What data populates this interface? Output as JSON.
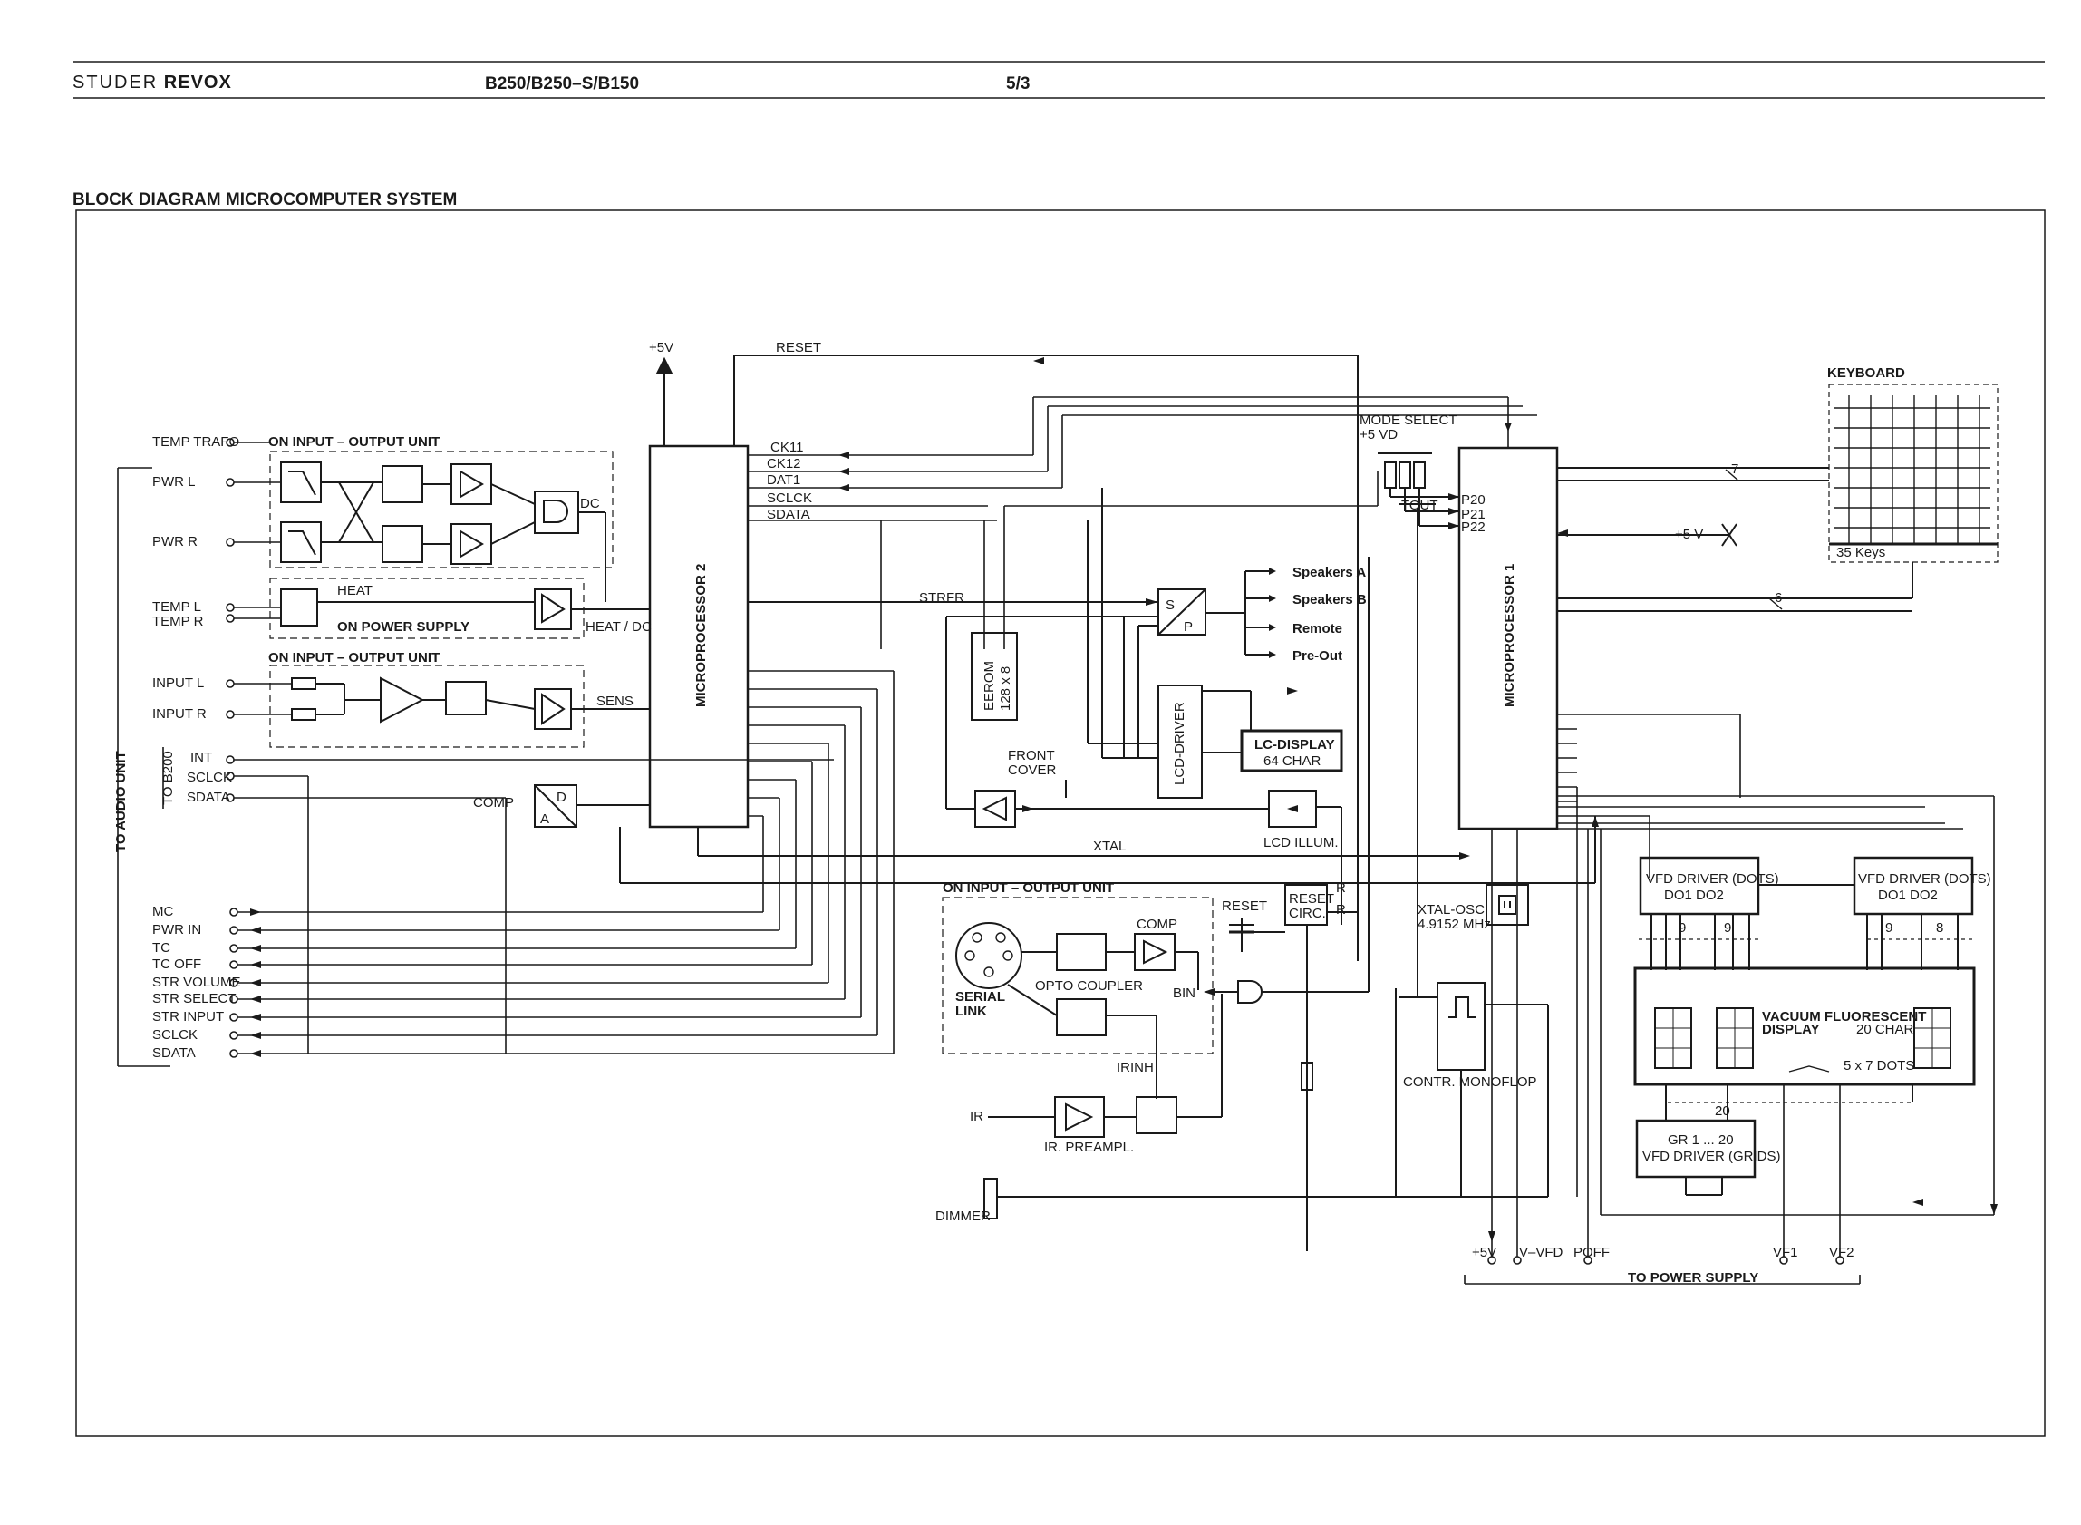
{
  "header": {
    "brand_studer": "STUDER",
    "brand_revox": "REVOX",
    "model": "B250/B250–S/B150",
    "page": "5/3"
  },
  "diagram_title": "BLOCK DIAGRAM MICROCOMPUTER SYSTEM",
  "left_labels": {
    "temp_trafo": "TEMP TRAFO",
    "pwr_l": "PWR L",
    "pwr_r": "PWR R",
    "temp_l": "TEMP L",
    "temp_r": "TEMP R",
    "input_l": "INPUT L",
    "input_r": "INPUT R",
    "int": "INT",
    "sclck": "SCLCK",
    "sdata": "SDATA",
    "to_b200": "TO B200",
    "to_audio_unit": "TO AUDIO UNIT",
    "mc": "MC",
    "pwr_in": "PWR IN",
    "tc": "TC",
    "tc_off": "TC OFF",
    "str_volume": "STR VOLUME",
    "str_select": "STR SELECT",
    "str_input": "STR INPUT",
    "sclck2": "SCLCK",
    "sdata2": "SDATA"
  },
  "blocks": {
    "io_unit_1": "ON INPUT – OUTPUT UNIT",
    "power_supply": "ON POWER SUPPLY",
    "heat": "HEAT",
    "io_unit_2": "ON INPUT – OUTPUT UNIT",
    "dc": "DC",
    "heat_dc": "HEAT / DC",
    "sens": "SENS",
    "comp": "COMP",
    "adc_d": "D",
    "adc_a": "A",
    "mp2": "MICROPROCESSOR 2",
    "mp1": "MICROPROCESSOR 1",
    "plus5v": "+5V",
    "reset": "RESET",
    "ck11": "CK11",
    "ck12": "CK12",
    "dat1": "DAT1",
    "sclck": "SCLCK",
    "sdata": "SDATA",
    "strfr": "STRFR",
    "eerom_1": "EEROM",
    "eerom_2": "128 x 8",
    "sp_s": "S",
    "sp_p": "P",
    "speakers_a": "Speakers A",
    "speakers_b": "Speakers B",
    "remote": "Remote",
    "pre_out": "Pre-Out",
    "lcd_driver": "LCD-DRIVER",
    "lcd_display": "LC-DISPLAY",
    "lcd_64": "64 CHAR",
    "front_cover_1": "FRONT",
    "front_cover_2": "COVER",
    "lcd_illum": "LCD ILLUM.",
    "xtal": "XTAL",
    "mode_select": "MODE SELECT",
    "plus5vd": "+5 VD",
    "tout": "TOUT",
    "p20": "P20",
    "p21": "P21",
    "p22": "P22",
    "plus5v_right": "+5 V",
    "keyboard": "KEYBOARD",
    "keys35": "35 Keys",
    "bus7": "7",
    "bus6": "6",
    "io_unit_3": "ON INPUT – OUTPUT UNIT",
    "opto": "OPTO COUPLER",
    "serial_1": "SERIAL",
    "serial_2": "LINK",
    "comp2": "COMP",
    "bin": "BIN",
    "irinh": "IRINH",
    "ir": "IR",
    "ir_preampl": "IR. PREAMPL.",
    "dimmer": "DIMMER",
    "reset2": "RESET",
    "reset_circ_1": "RESET",
    "reset_circ_2": "CIRC.",
    "r1": "R",
    "r2": "R",
    "xtal_osc_1": "XTAL-OSC.",
    "xtal_osc_2": "4.9152 MHz",
    "contr_monoflop": "CONTR. MONOFLOP",
    "vfd_dots_1": "VFD DRIVER (DOTS)",
    "vfd_dots_d": "DO1      DO2",
    "vfd_dots_2": "VFD DRIVER (DOTS)",
    "vfd_dots_d2": "DO1      DO2",
    "n9a": "9",
    "n9b": "9",
    "n9c": "9",
    "n8": "8",
    "vfd_1": "VACUUM FLUORESCENT",
    "vfd_2": "DISPLAY",
    "vfd_3": "20 CHAR",
    "vfd_4": "5 x 7 DOTS",
    "n20": "20",
    "grids_1": "GR 1 ... 20",
    "grids_2": "VFD DRIVER (GRIDS)",
    "ps_5v": "+5V",
    "ps_vvfd": "V–VFD",
    "ps_poff": "POFF",
    "ps_vf1": "VF1",
    "ps_vf2": "VF2",
    "to_power_supply": "TO POWER SUPPLY"
  }
}
